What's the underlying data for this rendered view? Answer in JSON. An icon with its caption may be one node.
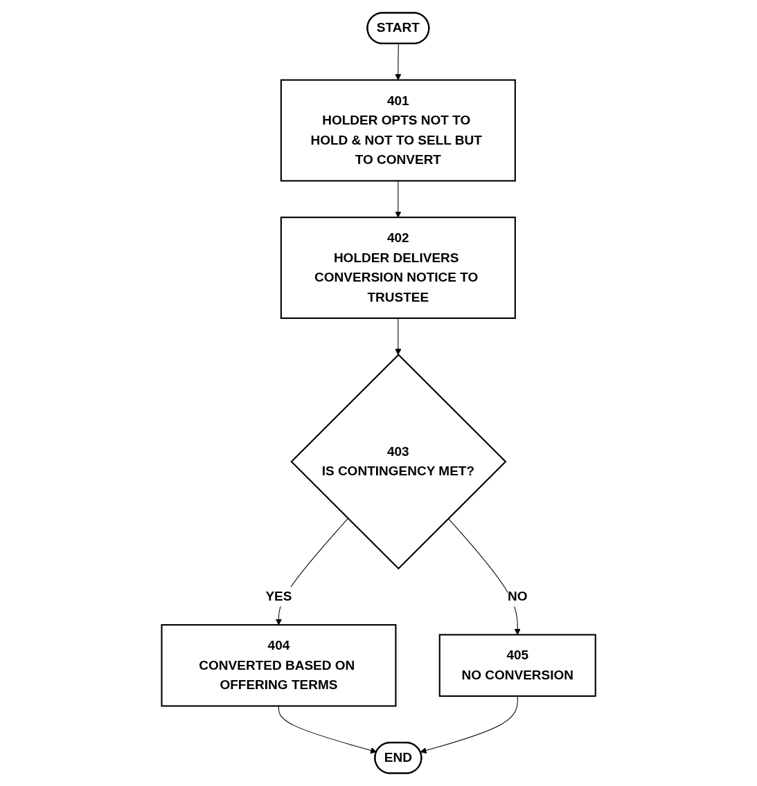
{
  "diagram": {
    "nodes": [
      {
        "text": [
          "START"
        ]
      },
      {
        "text": [
          "401",
          "HOLDER OPTS NOT TO HOLD & NOT TO SELL BUT TO CONVERT"
        ]
      },
      {
        "text": [
          "402",
          "HOLDER DELIVERS CONVERSION NOTICE TO TRUSTEE"
        ]
      },
      {
        "text": [
          "403",
          "IS CONTINGENCY MET?"
        ]
      },
      {
        "text": [
          "404",
          "CONVERTED BASED ON OFFERING TERMS"
        ]
      },
      {
        "text": [
          "405",
          "NO CONVERSION"
        ]
      },
      {
        "text": [
          "END"
        ]
      }
    ],
    "edges": [
      {
        "from": 0,
        "to": 1,
        "arrow": "to"
      },
      {
        "from": 1,
        "to": 2,
        "arrow": "to"
      },
      {
        "from": 2,
        "to": 3,
        "arrow": "to"
      },
      {
        "from": 3,
        "to": 4,
        "label": "YES",
        "arrow": "to"
      },
      {
        "from": 3,
        "to": 5,
        "label": "NO",
        "arrow": "to"
      },
      {
        "from": 4,
        "to": 6,
        "arrow": "to"
      },
      {
        "from": 5,
        "to": 6,
        "arrow": "to"
      }
    ]
  }
}
